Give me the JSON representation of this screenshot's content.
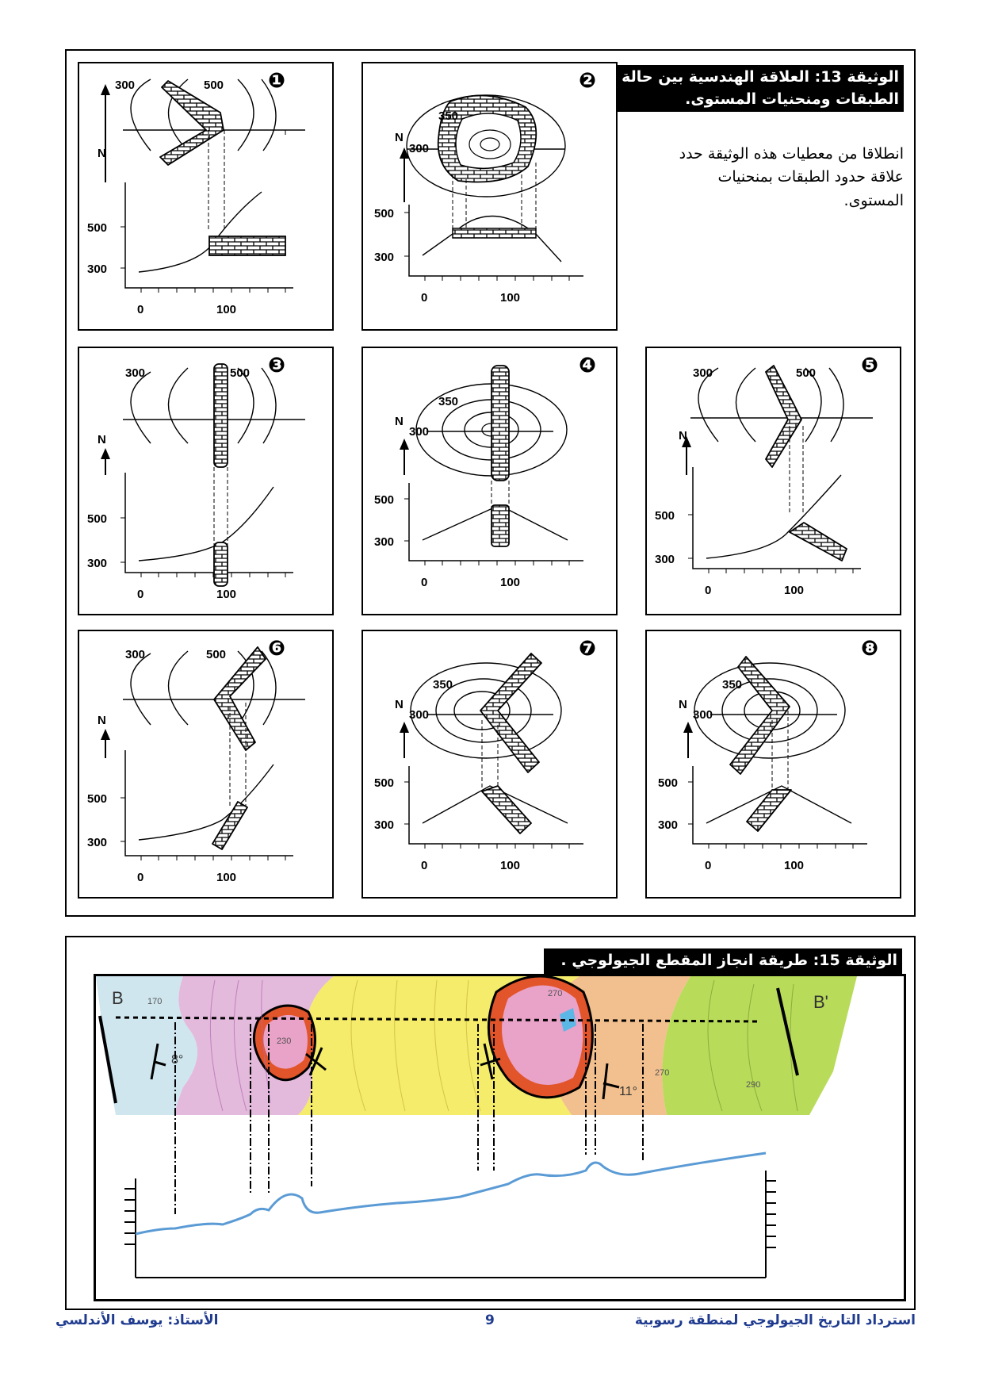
{
  "doc13": {
    "title_line1": "الوثيقة 13: العلاقة الهندسية بين حالة",
    "title_line2": "الطبقات ومنحنيات المستوى.",
    "instruction_line1": "انطلاقا من معطيات هذه الوثيقة حدد",
    "instruction_line2": "علاقة حدود الطبقات بمنحنيات",
    "instruction_line3": "المستوى.",
    "north_label": "N",
    "panels": [
      {
        "number": "❶",
        "contour_labels": [
          "300",
          "500"
        ],
        "elevation_labels": [
          "500",
          "300"
        ],
        "distance_labels": [
          "0",
          "100"
        ]
      },
      {
        "number": "❷",
        "contour_labels": [
          "350",
          "300"
        ],
        "elevation_labels": [
          "500",
          "300"
        ],
        "distance_labels": [
          "0",
          "100"
        ]
      },
      {
        "number": "❸",
        "contour_labels": [
          "300",
          "500"
        ],
        "elevation_labels": [
          "500",
          "300"
        ],
        "distance_labels": [
          "0",
          "100"
        ]
      },
      {
        "number": "❹",
        "contour_labels": [
          "350",
          "300"
        ],
        "elevation_labels": [
          "500",
          "300"
        ],
        "distance_labels": [
          "0",
          "100"
        ]
      },
      {
        "number": "❺",
        "contour_labels": [
          "300",
          "500"
        ],
        "elevation_labels": [
          "500",
          "300"
        ],
        "distance_labels": [
          "0",
          "100"
        ]
      },
      {
        "number": "❻",
        "contour_labels": [
          "300",
          "500"
        ],
        "elevation_labels": [
          "500",
          "300"
        ],
        "distance_labels": [
          "0",
          "100"
        ]
      },
      {
        "number": "❼",
        "contour_labels": [
          "350",
          "300"
        ],
        "elevation_labels": [
          "500",
          "300"
        ],
        "distance_labels": [
          "0",
          "100"
        ]
      },
      {
        "number": "❽",
        "contour_labels": [
          "350",
          "300"
        ],
        "elevation_labels": [
          "500",
          "300"
        ],
        "distance_labels": [
          "0",
          "100"
        ]
      }
    ]
  },
  "doc15": {
    "title": "الوثيقة 15: طريقة انجاز المقطع الجيولوجي .",
    "map_labels": {
      "start": "B",
      "end": "B'",
      "dip_1": "8°",
      "dip_2": "11°",
      "contour_1": "170",
      "contour_2": "230",
      "contour_3": "270",
      "contour_4": "290",
      "contour_5": "270"
    },
    "colors": {
      "pale_blue": "#cfe6ee",
      "lilac": "#e3b9dc",
      "yellow": "#f4ec6a",
      "pink": "#e9a2c8",
      "orange_red": "#e2542a",
      "peach": "#f2c08e",
      "green": "#b8db5a",
      "profile_line": "#5b9bd5"
    }
  },
  "footer": {
    "right": "استرداد التاريخ الجيولوجي لمنطقة رسوبية",
    "page_number": "9",
    "left": "الأستاذ: يوسف الأندلسي"
  }
}
